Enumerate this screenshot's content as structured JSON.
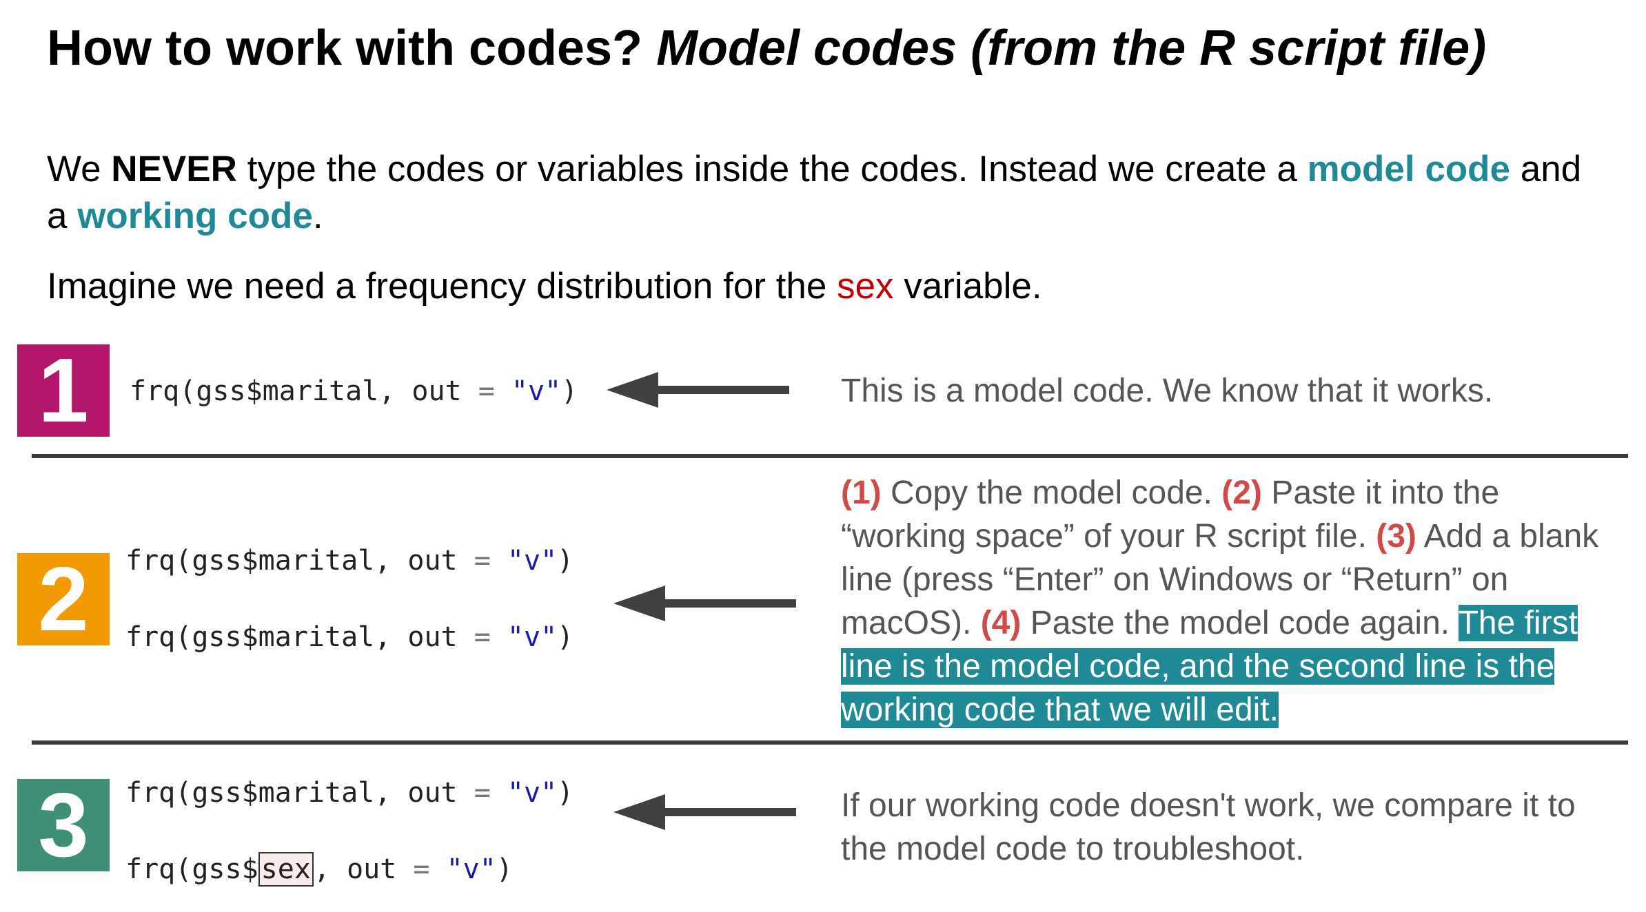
{
  "title": {
    "plain": "How to work with codes?",
    "italic": "Model codes (from the R script file)"
  },
  "intro": {
    "p1_before": "We ",
    "p1_never": "NEVER",
    "p1_mid": " type the codes or variables inside the codes. Instead we create a ",
    "p1_model_code": "model code",
    "p1_and": " and a ",
    "p1_working_code": "working code",
    "p1_end": ".",
    "p2_before": "Imagine we need a frequency distribution for the ",
    "p2_sex": "sex",
    "p2_after": " variable."
  },
  "steps": [
    {
      "number": "1",
      "code": {
        "fn": "frq(gss$marital, out ",
        "op": "=",
        "str": "\"v\"",
        "close": ")"
      },
      "description": "This is a model code. We know that it works."
    },
    {
      "number": "2",
      "code1": {
        "fn": "frq(gss$marital, out ",
        "op": "=",
        "str": "\"v\"",
        "close": ")"
      },
      "code2": {
        "fn": "frq(gss$marital, out ",
        "op": "=",
        "str": "\"v\"",
        "close": ")"
      },
      "n1": "(1)",
      "t1": " Copy the model code. ",
      "n2": "(2)",
      "t2": " Paste it into the “working space” of your R script file. ",
      "n3": "(3)",
      "t3": " Add a blank line (press “Enter” on Windows or “Return” on macOS). ",
      "n4": "(4)",
      "t4": " Paste the model code again. ",
      "highlight": "The first line is the model code, and the second line is the working code that we will edit."
    },
    {
      "number": "3",
      "code1": {
        "fn": "frq(gss$marital, out ",
        "op": "=",
        "str": "\"v\"",
        "close": ")"
      },
      "code2": {
        "pre": "frq(gss$",
        "var": "sex",
        "post": ", out ",
        "op": "=",
        "str": "\"v\"",
        "close": ")"
      },
      "description": "If our working code doesn't work, we compare it to the model code to troubleshoot."
    }
  ],
  "colors": {
    "teal": "#1f8996",
    "red": "#c00000",
    "step1": "#b3176b",
    "step2": "#f39a00",
    "step3": "#3f8e78"
  }
}
